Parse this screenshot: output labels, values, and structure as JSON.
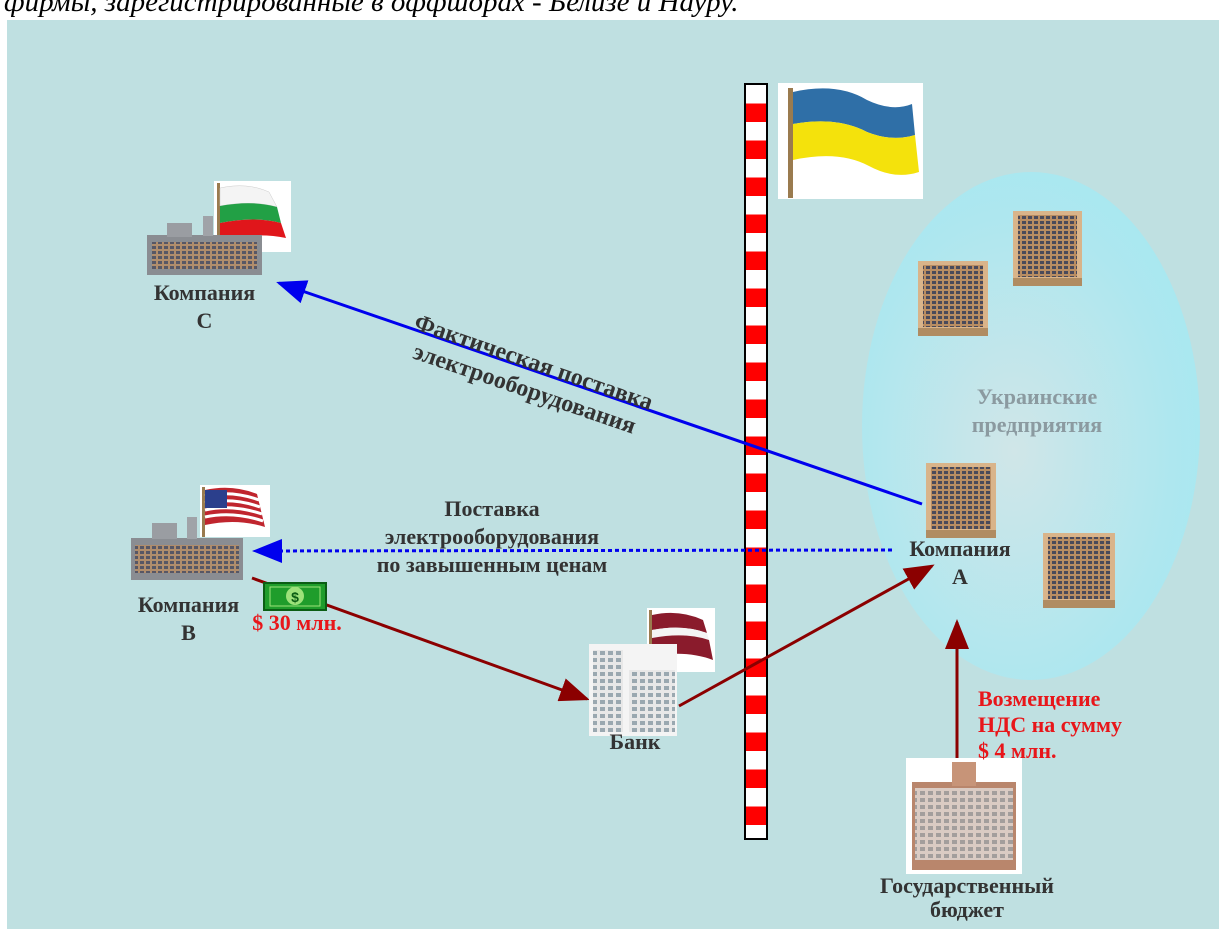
{
  "caption": "фирмы, зарегистрированные в оффшорах - Белизе и Науру.",
  "labels": {
    "company_c": [
      "Компания",
      "С"
    ],
    "company_b": [
      "Компания",
      "В"
    ],
    "company_a": [
      "Компания",
      "А"
    ],
    "bank": "Банк",
    "budget": [
      "Государственный",
      "бюджет"
    ],
    "ukrainian": [
      "Украинские",
      "предприятия"
    ],
    "amount_b": "$ 30 млн.",
    "money_sign": "$",
    "vat_refund": [
      "Возмещение",
      "НДС на сумму",
      "$ 4 млн."
    ]
  },
  "arrows": {
    "actual_supply": [
      "Фактическая поставка",
      "электрооборудования"
    ],
    "inflated_supply": [
      "Поставка",
      "электрооборудования",
      "по завышенным ценам"
    ]
  },
  "colors": {
    "background": "#bfe0e1",
    "blue_arrow": "#0000ee",
    "money_arrow": "#8b0000",
    "red_text": "#e8161a",
    "pole_red": "#ff0000"
  }
}
